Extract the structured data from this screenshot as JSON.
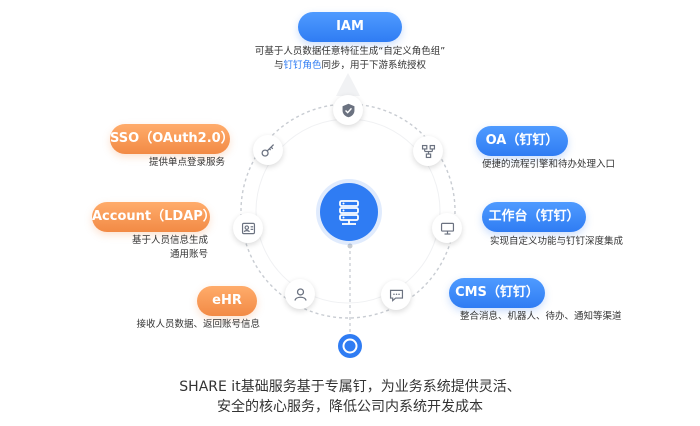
{
  "colors": {
    "blue": "#2f7cf3",
    "orange": "#f28a45",
    "ring": "#c8ccd2"
  },
  "center": {
    "icon": "server-stack-icon"
  },
  "modules": {
    "iam": {
      "label": "IAM",
      "desc_line1": "可基于人员数据任意特征生成“自定义角色组”",
      "desc_line2_pre": "与",
      "desc_line2_hl": "钉钉角色",
      "desc_line2_post": "同步，用于下游系统授权",
      "icon": "shield-check-icon"
    },
    "sso": {
      "label": "SSO（OAuth2.0）",
      "desc": "提供单点登录服务",
      "icon": "key-icon"
    },
    "account": {
      "label": "Account（LDAP）",
      "desc_line1": "基于人员信息生成",
      "desc_line2": "通用账号",
      "icon": "id-card-icon"
    },
    "ehr": {
      "label": "eHR",
      "desc": "接收人员数据、返回账号信息",
      "icon": "user-icon"
    },
    "oa": {
      "label": "OA（钉钉）",
      "desc": "便捷的流程引擎和待办处理入口",
      "icon": "workflow-icon"
    },
    "workbench": {
      "label": "工作台（钉钉）",
      "desc": "实现自定义功能与钉钉深度集成",
      "icon": "monitor-icon"
    },
    "cms": {
      "label": "CMS（钉钉）",
      "desc": "整合消息、机器人、待办、通知等渠道",
      "icon": "chat-icon"
    }
  },
  "footer": {
    "line1": "SHARE it基础服务基于专属钉，为业务系统提供灵活、",
    "line2": "安全的核心服务，降低公司内系统开发成本"
  }
}
